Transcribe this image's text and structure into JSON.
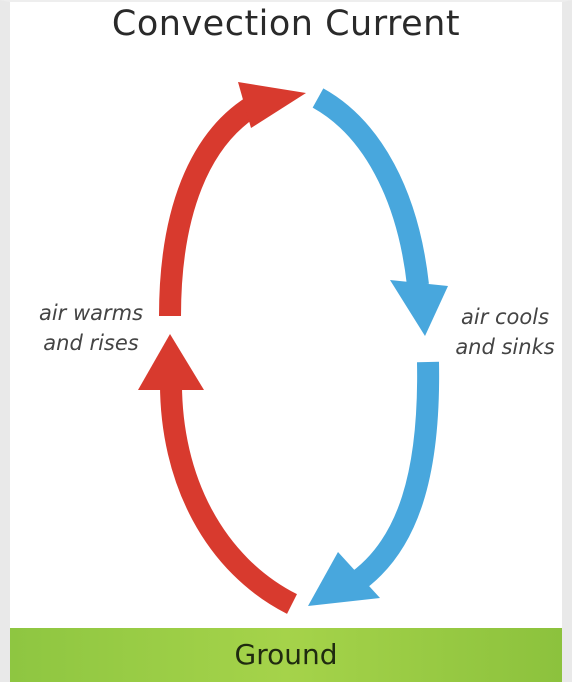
{
  "diagram": {
    "title": "Convection Current",
    "left_label": {
      "line1": "air warms",
      "line2": "and rises"
    },
    "right_label": {
      "line1": "air cools",
      "line2": "and sinks"
    },
    "ground_label": "Ground",
    "colors": {
      "warm_arrow": "#d83a2e",
      "cool_arrow": "#48a7dd",
      "ground": "#97cb45"
    }
  }
}
